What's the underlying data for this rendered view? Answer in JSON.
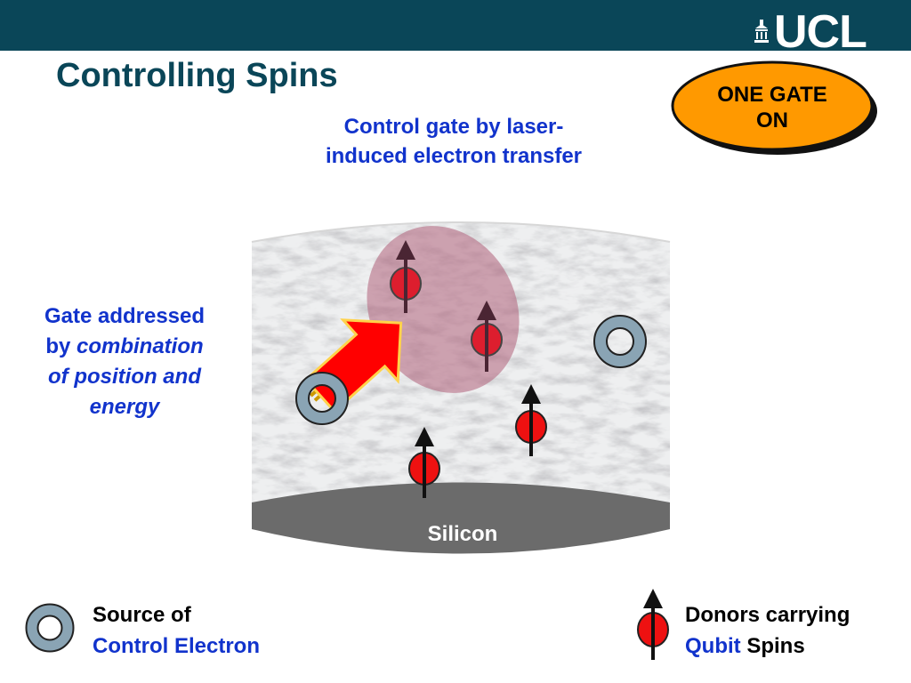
{
  "slide": {
    "title": "Controlling Spins",
    "logo_text": "UCL",
    "badge": {
      "line1": "ONE GATE",
      "line2": "ON",
      "color": "#ff9900"
    },
    "caption_top": {
      "line1": "Control gate by laser-",
      "line2": "induced electron transfer"
    },
    "caption_left": {
      "line1": "Gate addressed",
      "line2_plain": "by ",
      "line2_italic": "combination",
      "line3_italic": "of position and",
      "line4_italic": "energy"
    },
    "silicon_label": "Silicon",
    "legend": {
      "source_line1": "Source of",
      "source_line2": "Control Electron",
      "donor_line1": "Donors carrying",
      "donor_word_blue": "Qubit",
      "donor_word_black": " Spins"
    },
    "colors": {
      "header_bar": "#0a4658",
      "caption_blue": "#1133cc",
      "donor_red": "#ee1111",
      "source_ring": "#8aa4b4",
      "selection_ellipse": "#b0607a"
    },
    "icons": [
      "ucl-portico-icon",
      "source-ring-icon",
      "donor-spin-icon",
      "laser-arrow-icon"
    ]
  }
}
